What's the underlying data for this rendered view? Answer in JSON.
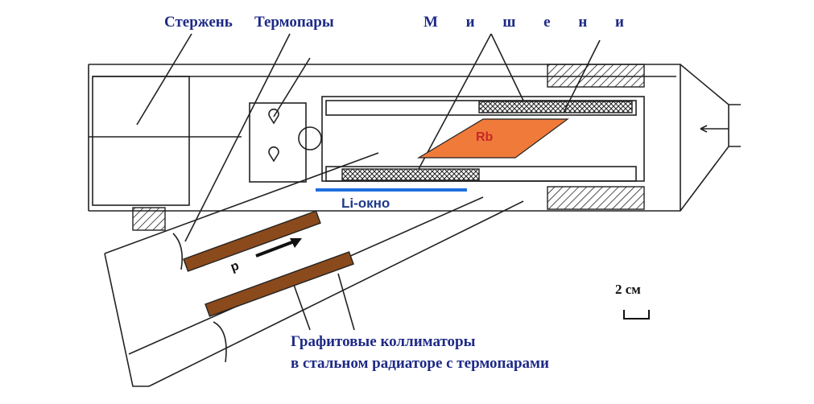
{
  "labels": {
    "rod": "Стержень",
    "thermocouples": "Термопары",
    "targets": "М и ш е н и",
    "rb": "Rb",
    "li_window": "Li-окно",
    "beam": "p",
    "collimators_line1": "Графитовые коллиматоры",
    "collimators_line2": "в стальном радиаторе  с термопарами"
  },
  "scale_bar": {
    "label": "2 см"
  },
  "colors": {
    "label_navy": "#1e2a86",
    "rb_target": "#f07a3a",
    "rb_text": "#c62828",
    "li_window": "#1f6fe0",
    "collimator": "#8b4a1c",
    "line": "#222222"
  }
}
